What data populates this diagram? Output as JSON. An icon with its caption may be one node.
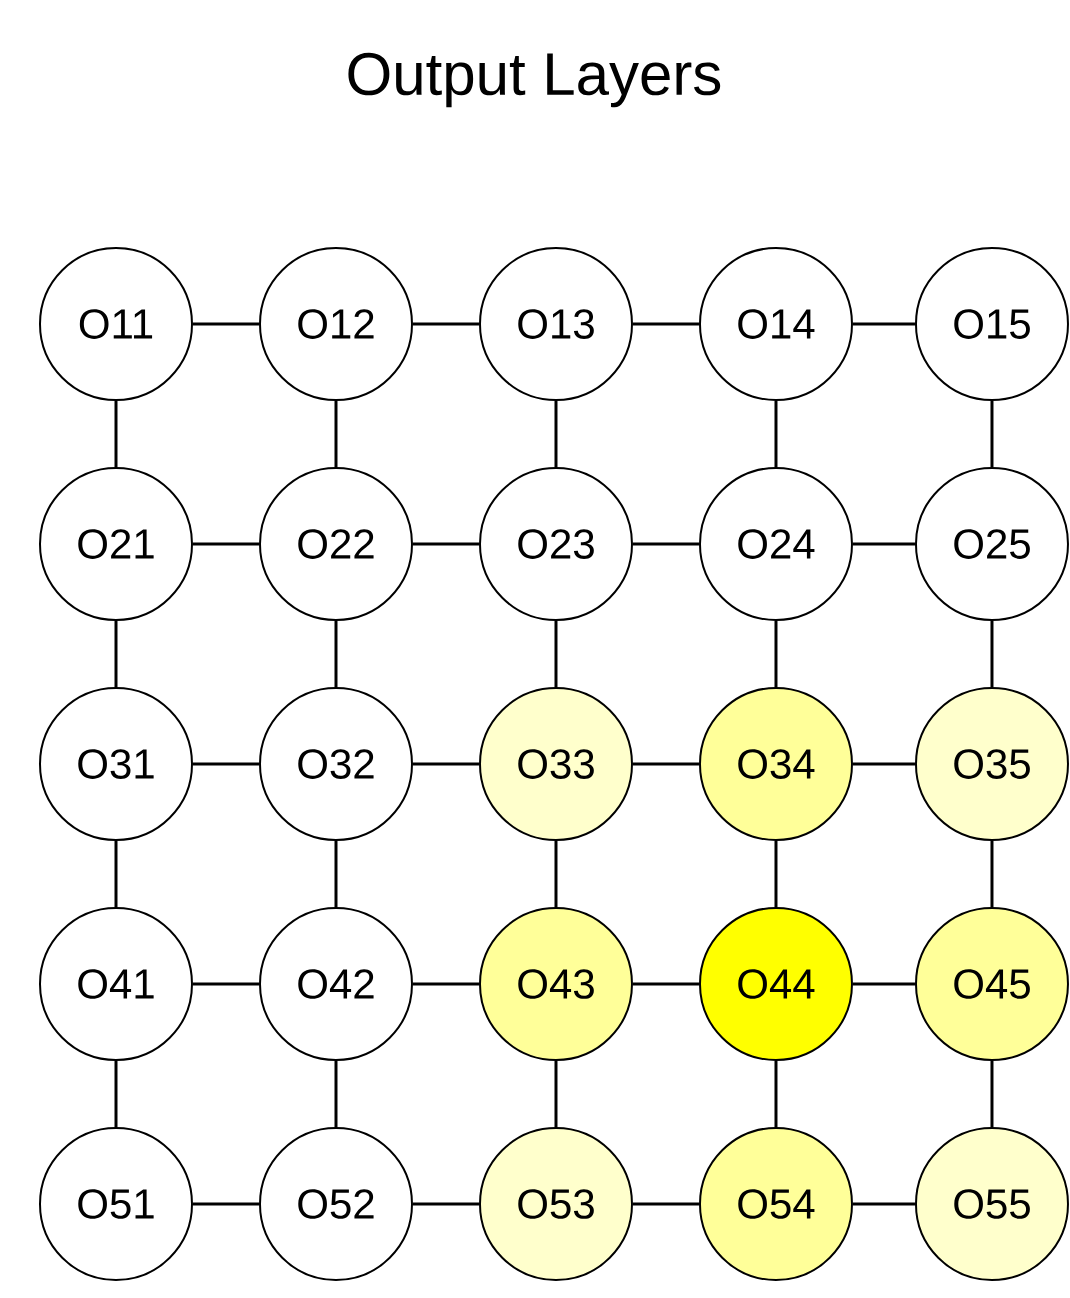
{
  "diagram": {
    "title": "Output Layers",
    "nodes": [
      {
        "text": [
          "O11"
        ]
      },
      {
        "text": [
          "O12"
        ]
      },
      {
        "text": [
          "O13"
        ]
      },
      {
        "text": [
          "O14"
        ]
      },
      {
        "text": [
          "O15"
        ]
      },
      {
        "text": [
          "O21"
        ]
      },
      {
        "text": [
          "O22"
        ]
      },
      {
        "text": [
          "O23"
        ]
      },
      {
        "text": [
          "O24"
        ]
      },
      {
        "text": [
          "O25"
        ]
      },
      {
        "text": [
          "O31"
        ]
      },
      {
        "text": [
          "O32"
        ]
      },
      {
        "text": [
          "O33"
        ]
      },
      {
        "text": [
          "O34"
        ]
      },
      {
        "text": [
          "O35"
        ]
      },
      {
        "text": [
          "O41"
        ]
      },
      {
        "text": [
          "O42"
        ]
      },
      {
        "text": [
          "O43"
        ]
      },
      {
        "text": [
          "O44"
        ]
      },
      {
        "text": [
          "O45"
        ]
      },
      {
        "text": [
          "O51"
        ]
      },
      {
        "text": [
          "O52"
        ]
      },
      {
        "text": [
          "O53"
        ]
      },
      {
        "text": [
          "O54"
        ]
      },
      {
        "text": [
          "O55"
        ]
      }
    ],
    "edges": [
      {
        "from": 0,
        "to": 1,
        "arrow": "none"
      },
      {
        "from": 1,
        "to": 2,
        "arrow": "none"
      },
      {
        "from": 2,
        "to": 3,
        "arrow": "none"
      },
      {
        "from": 3,
        "to": 4,
        "arrow": "none"
      },
      {
        "from": 5,
        "to": 6,
        "arrow": "none"
      },
      {
        "from": 6,
        "to": 7,
        "arrow": "none"
      },
      {
        "from": 7,
        "to": 8,
        "arrow": "none"
      },
      {
        "from": 8,
        "to": 9,
        "arrow": "none"
      },
      {
        "from": 10,
        "to": 11,
        "arrow": "none"
      },
      {
        "from": 11,
        "to": 12,
        "arrow": "none"
      },
      {
        "from": 12,
        "to": 13,
        "arrow": "none"
      },
      {
        "from": 13,
        "to": 14,
        "arrow": "none"
      },
      {
        "from": 15,
        "to": 16,
        "arrow": "none"
      },
      {
        "from": 16,
        "to": 17,
        "arrow": "none"
      },
      {
        "from": 17,
        "to": 18,
        "arrow": "none"
      },
      {
        "from": 18,
        "to": 19,
        "arrow": "none"
      },
      {
        "from": 20,
        "to": 21,
        "arrow": "none"
      },
      {
        "from": 21,
        "to": 22,
        "arrow": "none"
      },
      {
        "from": 22,
        "to": 23,
        "arrow": "none"
      },
      {
        "from": 23,
        "to": 24,
        "arrow": "none"
      },
      {
        "from": 0,
        "to": 5,
        "arrow": "none"
      },
      {
        "from": 5,
        "to": 10,
        "arrow": "none"
      },
      {
        "from": 10,
        "to": 15,
        "arrow": "none"
      },
      {
        "from": 15,
        "to": 20,
        "arrow": "none"
      },
      {
        "from": 1,
        "to": 6,
        "arrow": "none"
      },
      {
        "from": 6,
        "to": 11,
        "arrow": "none"
      },
      {
        "from": 11,
        "to": 16,
        "arrow": "none"
      },
      {
        "from": 16,
        "to": 21,
        "arrow": "none"
      },
      {
        "from": 2,
        "to": 7,
        "arrow": "none"
      },
      {
        "from": 7,
        "to": 12,
        "arrow": "none"
      },
      {
        "from": 12,
        "to": 17,
        "arrow": "none"
      },
      {
        "from": 17,
        "to": 22,
        "arrow": "none"
      },
      {
        "from": 3,
        "to": 8,
        "arrow": "none"
      },
      {
        "from": 8,
        "to": 13,
        "arrow": "none"
      },
      {
        "from": 13,
        "to": 18,
        "arrow": "none"
      },
      {
        "from": 18,
        "to": 23,
        "arrow": "none"
      },
      {
        "from": 4,
        "to": 9,
        "arrow": "none"
      },
      {
        "from": 9,
        "to": 14,
        "arrow": "none"
      },
      {
        "from": 14,
        "to": 19,
        "arrow": "none"
      },
      {
        "from": 19,
        "to": 24,
        "arrow": "none"
      }
    ]
  }
}
